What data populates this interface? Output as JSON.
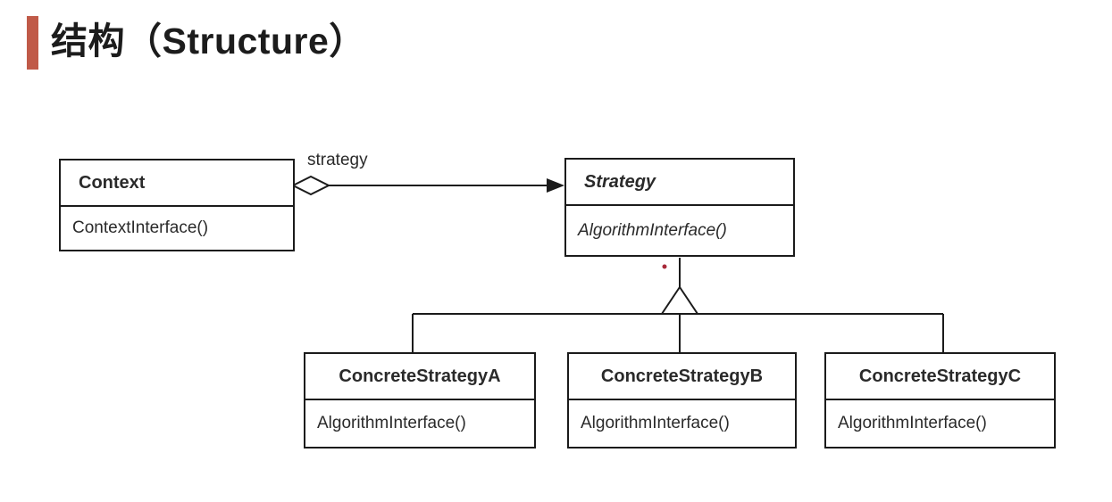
{
  "title": {
    "text": "结构（Structure）",
    "accent_color": "#c05a48",
    "text_color": "#1c1c1c"
  },
  "diagram": {
    "type": "uml-class-diagram",
    "pattern": "Strategy",
    "background_color": "#ffffff",
    "line_color": "#1b1b1b",
    "red_dot_color": "#a8293a",
    "classes": [
      {
        "id": "context",
        "name": "Context",
        "abstract": false,
        "methods": [
          "ContextInterface()"
        ]
      },
      {
        "id": "strategy",
        "name": "Strategy",
        "abstract": true,
        "methods": [
          "AlgorithmInterface()"
        ]
      },
      {
        "id": "concrete-strategy-a",
        "name": "ConcreteStrategyA",
        "abstract": false,
        "methods": [
          "AlgorithmInterface()"
        ]
      },
      {
        "id": "concrete-strategy-b",
        "name": "ConcreteStrategyB",
        "abstract": false,
        "methods": [
          "AlgorithmInterface()"
        ]
      },
      {
        "id": "concrete-strategy-c",
        "name": "ConcreteStrategyC",
        "abstract": false,
        "methods": [
          "AlgorithmInterface()"
        ]
      }
    ],
    "relations": [
      {
        "type": "aggregation",
        "from": "Context",
        "to": "Strategy",
        "label": "strategy",
        "from_marker": "hollow-diamond",
        "to_marker": "solid-arrow"
      },
      {
        "type": "inheritance",
        "from": "ConcreteStrategyA",
        "to": "Strategy",
        "to_marker": "hollow-triangle"
      },
      {
        "type": "inheritance",
        "from": "ConcreteStrategyB",
        "to": "Strategy",
        "to_marker": "hollow-triangle"
      },
      {
        "type": "inheritance",
        "from": "ConcreteStrategyC",
        "to": "Strategy",
        "to_marker": "hollow-triangle"
      }
    ]
  }
}
